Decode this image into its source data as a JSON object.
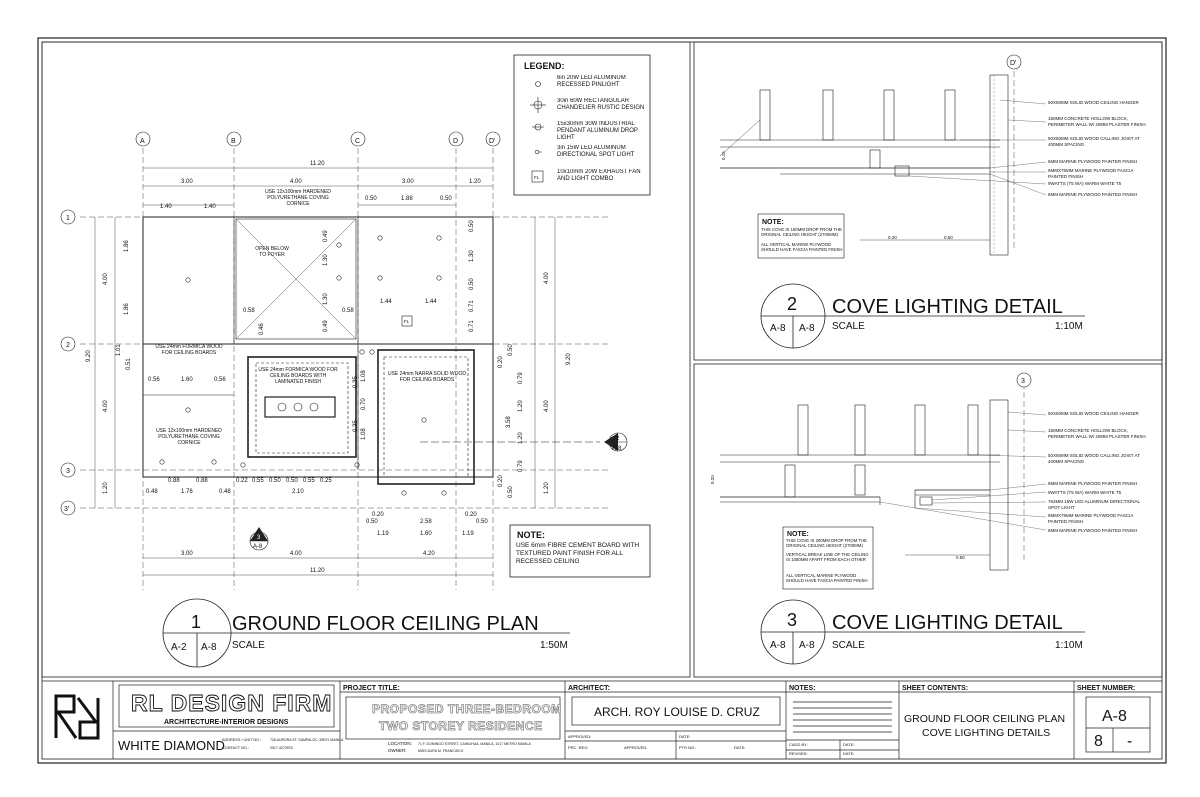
{
  "plan": {
    "title": "GROUND FLOOR CEILING PLAN",
    "number": "1",
    "ref_left": "A-2",
    "ref_right": "A-8",
    "scale_label": "SCALE",
    "scale_value": "1:50M",
    "grid_cols": [
      "A",
      "B",
      "C",
      "D",
      "D'"
    ],
    "grid_rows": [
      "1",
      "2",
      "3",
      "3'"
    ],
    "dims_top": [
      "11.20",
      "3.00",
      "4.00",
      "3.00",
      "1.20",
      "1.40",
      "1.40",
      "0.50",
      "1.88",
      "0.50"
    ],
    "dims_bottom": [
      "3.00",
      "4.00",
      "4.20",
      "11.20"
    ],
    "dims_left": [
      "9.20",
      "4.00",
      "1.86",
      "1.86",
      "4.00",
      "1.20",
      "1.01",
      "0.51"
    ],
    "dims_right": [
      "9.20",
      "4.00",
      "4.00",
      "1.20"
    ],
    "dims_misc": [
      "0.56",
      "1.60",
      "0.56",
      "0.88",
      "0.88",
      "0.48",
      "1.76",
      "0.48",
      "0.22",
      "0.55",
      "0.50",
      "0.50",
      "0.55",
      "0.25",
      "2.10",
      "0.20",
      "0.20",
      "0.50",
      "2.58",
      "0.50",
      "1.19",
      "1.60",
      "1.19",
      "0.49",
      "1.30",
      "1.30",
      "0.49",
      "0.58",
      "0.46",
      "0.58",
      "1.44",
      "1.44",
      "0.50",
      "1.30",
      "0.50",
      "0.71",
      "0.71",
      "0.35",
      "1.08",
      "0.70",
      "1.08",
      "0.35",
      "0.20",
      "0.79",
      "1.20",
      "3.58",
      "1.20",
      "0.79",
      "0.20",
      "0.50",
      "0.50"
    ],
    "notes": [
      "USE 12x100mm HARDENED POLYURETHANE COVING CORNICE",
      "OPEN BELOW TO FOYER",
      "USE 24mm FORMICA WOOD FOR CEILING BOARDS",
      "USE 24mm FORMICA WOOD FOR CEILING BOARDS WITH LAMINATED FINISH",
      "USE 24mm NARRA SOLID WOOD FOR CEILING BOARDS",
      "USE 12x100mm HARDENED POLYURETHANE COVING CORNICE"
    ],
    "fl_tag": "FL",
    "section_tag_num": "2",
    "section_tag_ref": "A-8",
    "section_tag2_num": "3",
    "section_tag2_ref": "A-8"
  },
  "legend": {
    "title": "LEGEND:",
    "items": [
      "6in 20W LED ALUMINUM RECESSED PINLIGHT",
      "30in 60W RECTANGULAR CHANDELIER RUSTIC DESIGN",
      "15x30mm 30W INDUSTRIAL PENDANT ALUMINUM DROP LIGHT",
      "3in 15W LED ALUMINUM DIRECTIONAL SPOT LIGHT",
      "10x10mm 20W EXHAUST FAN AND LIGHT COMBO"
    ]
  },
  "plan_note": {
    "title": "NOTE:",
    "text": "USE 6mm FIBRE CEMENT BOARD WITH TEXTURED PAINT FINISH FOR ALL RECESSED CEILING"
  },
  "detail2": {
    "title": "COVE LIGHTING DETAIL",
    "number": "2",
    "ref_left": "A-8",
    "ref_right": "A-8",
    "scale_label": "SCALE",
    "scale_value": "1:10M",
    "grid": "D'",
    "dims": [
      "0.15",
      "0.20",
      "0.50"
    ],
    "callouts": [
      "50X50MM SOLID WOOD CEILING HANGER",
      "150MM CONCRETE HOLLOW BLOCK, PERIMETER WALL W/ 20MM PLASTER FINISH",
      "50X50MM SOLID WOOD CALLING JOIST AT 400MM SPACING",
      "6MM MARINE PLYWOOD PAINTER FINISH",
      "6MMX75MM MARINE PLYWOOD FASCIA PAINTED FINISH",
      "9WATTS (T5 WA) WARM WHITE T5",
      "6MM MARINE PLYWOOD PAINTED FINISH"
    ],
    "note_title": "NOTE:",
    "note_lines": [
      "THIS COVE IS 150MM DROP FROM THE ORIGINAL CEILING HEIGHT (2700MM)",
      "ALL VERTICAL MARINE PLYWOOD SHOULD HAVE FASCIA PAINTED FINISH"
    ]
  },
  "detail3": {
    "title": "COVE LIGHTING DETAIL",
    "number": "3",
    "ref_left": "A-8",
    "ref_right": "A-8",
    "scale_label": "SCALE",
    "scale_value": "1:10M",
    "grid": "3",
    "dims": [
      "0.20",
      "0.50"
    ],
    "callouts": [
      "50X50MM SOLID WOOD CEILING HANGER",
      "150MM CONCRETE HOLLOW BLOCK, PERIMETER WALL W/ 20MM PLASTER FINISH",
      "50X50MM SOLID WOOD CALLING JOIST AT 400MM SPACING",
      "6MM MARINE PLYWOOD PAINTER FINISH",
      "9WATTS (T5 WA) WARM WHITE T5",
      "762MM 15W LED ALUMINUM DIRECTIONAL SPOT LIGHT",
      "6MMX75MM MARINE PLYWOOD FASCIA PAINTED FINISH",
      "6MM MARINE PLYWOOD PAINTED FINISH"
    ],
    "note_title": "NOTE:",
    "note_lines": [
      "THIS COVE IS 200MM DROP FROM THE ORIGINAL CEILING HEIGHT (2700MM)",
      "VERTICAL BREAK LINE OF THE CEILING IS 1080MM APART FROM EACH OTHER",
      "ALL VERTICAL MARINE PLYWOOD SHOULD HAVE FASCIA PAINTED FINISH"
    ]
  },
  "titleblock": {
    "firm_name": "RL DESIGN FIRM",
    "firm_sub": "ARCHITECTURE-INTERIOR DESIGNS",
    "client": "WHITE DIAMOND",
    "address_label": "ADDRESS / UNIT NO.:",
    "address_value": "726 AURORA ST. SAMPALOC, BRGY MANILA",
    "contact_label": "CONTACT NO.:",
    "contact_value": "0917-4273978",
    "project_label": "PROJECT TITLE:",
    "project_line1": "PROPOSED THREE-BEDROOM",
    "project_line2": "TWO STOREY RESIDENCE",
    "location_label": "LOCATION:",
    "location_value": "71 F. DOMINGO STREET, CAINGHUA, MANILA, 1017 METRO MANILA",
    "owner_label": "OWNER:",
    "owner_value": "MISS AURA M. FRANCISCO",
    "architect_label": "ARCHITECT:",
    "architect_name": "ARCH. ROY LOUISE D. CRUZ",
    "approved_label": "APPROVED:",
    "date_label": "DATE:",
    "prc_label": "PRC. REG:",
    "approved2_label": "APPROVED:",
    "ptr_label": "PTR NO.:",
    "date2_label": "DATE:",
    "notes_label": "NOTES:",
    "cadd_label": "CADD BY:",
    "revised_label": "REVISED:",
    "date3_label": "DATE:",
    "date4_label": "DATE:",
    "contents_label": "SHEET CONTENTS:",
    "contents_line1": "GROUND FLOOR CEILING PLAN",
    "contents_line2": "COVE LIGHTING DETAILS",
    "sheetno_label": "SHEET NUMBER:",
    "sheet_number": "A-8",
    "sheet_index": "8",
    "sheet_total": "-"
  }
}
